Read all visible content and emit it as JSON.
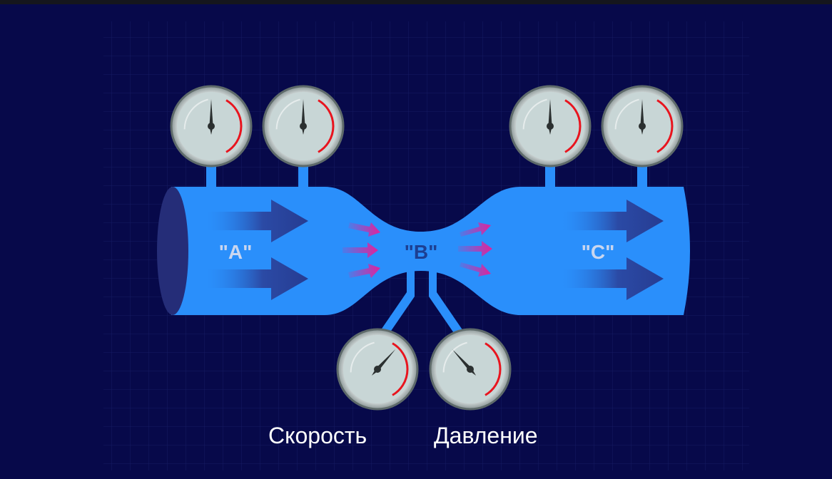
{
  "diagram": {
    "sections": [
      {
        "id": "A",
        "label": "\"A\""
      },
      {
        "id": "B",
        "label": "\"B\""
      },
      {
        "id": "C",
        "label": "\"C\""
      }
    ],
    "gauge_labels": {
      "speed": "Скорость",
      "pressure": "Давление"
    },
    "colors": {
      "background": "#07094a",
      "pipe": "#2a8ffb",
      "pipe_end": "#252d78",
      "flow_arrow": "#2a3f96",
      "constriction_arrow": "#e0239b",
      "gauge_face": "#c8d6d6",
      "gauge_scale": "#e8141e"
    },
    "gauges": [
      {
        "section": "A",
        "role": "speed",
        "reading": "mid"
      },
      {
        "section": "A",
        "role": "pressure",
        "reading": "mid"
      },
      {
        "section": "C",
        "role": "speed",
        "reading": "mid"
      },
      {
        "section": "C",
        "role": "pressure",
        "reading": "mid"
      },
      {
        "section": "B",
        "role": "speed",
        "reading": "high"
      },
      {
        "section": "B",
        "role": "pressure",
        "reading": "low"
      }
    ]
  }
}
